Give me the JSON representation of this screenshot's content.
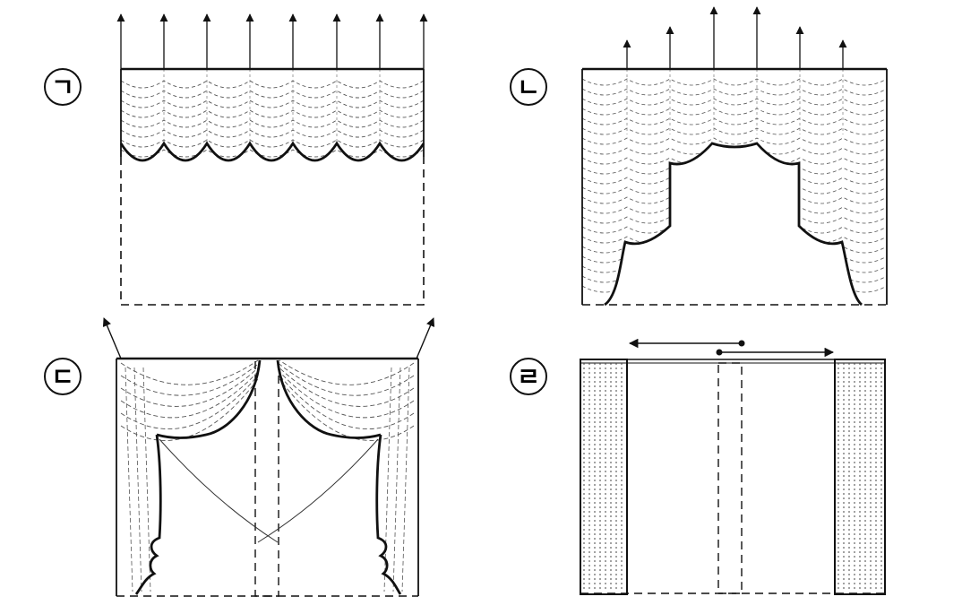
{
  "labels": {
    "a": "ㄱ",
    "b": "ㄴ",
    "c": "ㄷ",
    "d": "ㄹ"
  },
  "colors": {
    "ink": "#111111",
    "dash": "#555555",
    "fold": "#888888"
  },
  "icons": {
    "pull_up_arrow": "arrow-up-icon",
    "draw_arrow": "arrow-horizontal-icon"
  }
}
